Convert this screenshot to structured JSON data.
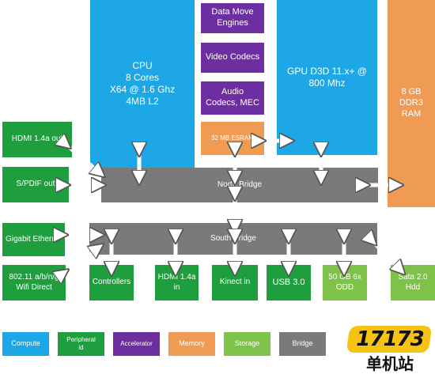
{
  "colors": {
    "compute": "#1ea7e6",
    "peripheral": "#1f9e3e",
    "accelerator": "#6c2ea0",
    "memory": "#f09b54",
    "storage": "#7fc24a",
    "bridge": "#7a7a7a"
  },
  "blocks": {
    "cpu": "CPU\n8 Cores\nX64 @ 1.6 Ghz\n4MB L2",
    "data_move": "Data Move\nEngines",
    "video_codecs": "Video Codecs",
    "audio_codecs": "Audio\nCodecs, MEC",
    "esram": "32 MB ESRAM",
    "gpu": "GPU D3D 11.x+ @\n800 Mhz",
    "ram": "8 GB\nDDR3\nRAM",
    "hdmi_out": "HDMI 1.4a out",
    "spdif_out": "S/PDIF out",
    "north_bridge": "North Bridge",
    "gigabit": "Gigabit Ethern",
    "south_bridge": "South Bridge",
    "wifi": "802.11 a/b/n/g\nWifi Direct",
    "controllers": "Controllers",
    "hdmi_in": "HDMI 1.4a\nin",
    "kinect": "Kinect in",
    "usb": "USB 3.0",
    "odd": "50 GB 6x\nODD",
    "sata": "Sata 2.0\nHdd"
  },
  "legend": {
    "compute": "Compute",
    "peripheral": "Peripheral\nid",
    "accelerator": "Accelerator",
    "memory": "Memory",
    "storage": "Storage",
    "bridge": "Bridge"
  },
  "logo": {
    "number": "17173",
    "text": "单机站"
  }
}
